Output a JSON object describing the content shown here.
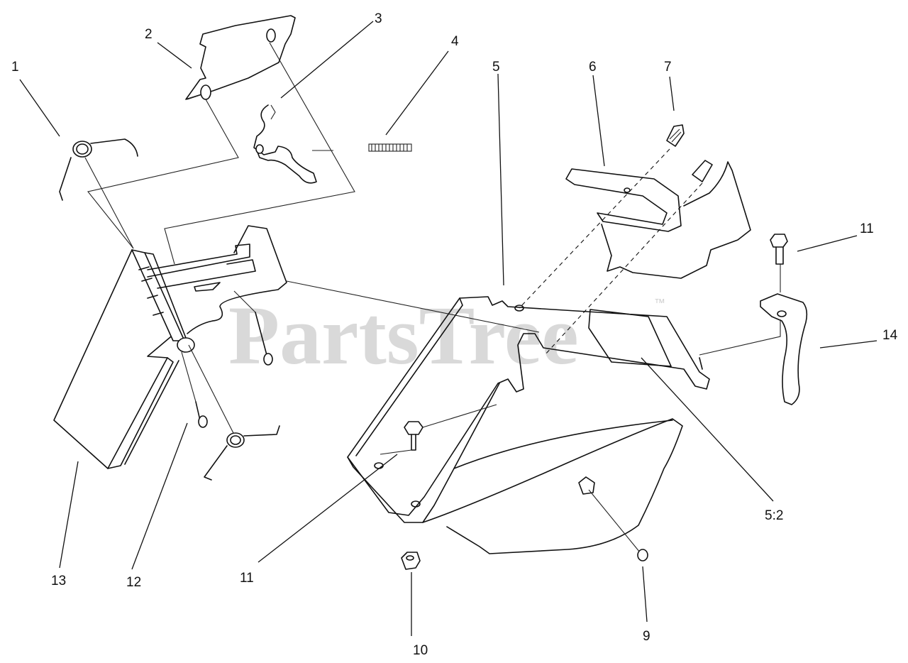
{
  "watermark": {
    "text": "PartsTree",
    "trademark": "™",
    "color": "#d3d3d3"
  },
  "callouts": [
    "1",
    "2",
    "3",
    "4",
    "5",
    "6",
    "7",
    "11",
    "14",
    "5:2",
    "13",
    "12",
    "11",
    "10",
    "9"
  ],
  "colors": {
    "line": "#111111",
    "background": "#ffffff"
  }
}
